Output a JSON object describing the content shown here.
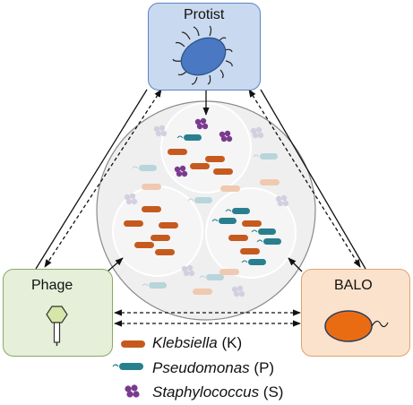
{
  "nodes": {
    "protist": {
      "label": "Protist"
    },
    "phage": {
      "label": "Phage"
    },
    "balo": {
      "label": "BALO"
    }
  },
  "legend": [
    {
      "name": "Klebsiella",
      "code": " (K)",
      "color": "#c65a1e",
      "icon": "rod-bacterium-icon"
    },
    {
      "name": "Pseudomonas",
      "code": " (P)",
      "color": "#2a7f8f",
      "icon": "flagellated-bacterium-icon"
    },
    {
      "name": "Staphylococcus",
      "code": " (S)",
      "color": "#7a3b8f",
      "icon": "cocci-cluster-icon"
    }
  ],
  "colors": {
    "protist_fill": "#c9d9ef",
    "phage_fill": "#e5efd9",
    "balo_fill": "#fbe2cc",
    "protist_cell": "#4a78c2",
    "balo_cell": "#ea6c12",
    "community_circle": "#efefef"
  }
}
